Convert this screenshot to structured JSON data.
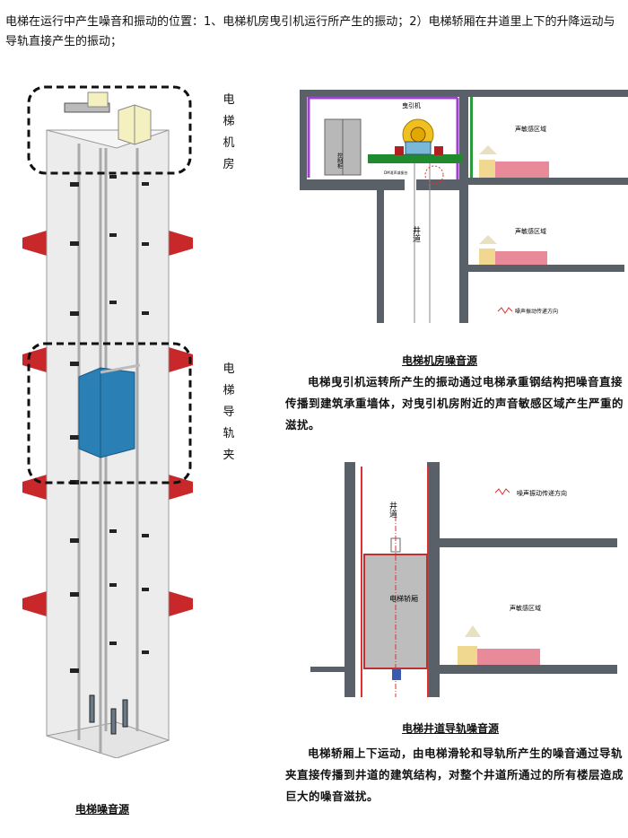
{
  "intro": "电梯在运行中产生噪音和振动的位置：1、电梯机房曳引机运行所产生的振动；2）电梯轿厢在井道里上下的升降运动与导轨直接产生的振动；",
  "left_figure": {
    "label_machine_room": "电梯机房",
    "label_guide_rail": "电梯导轨夹",
    "caption": "电梯噪音源"
  },
  "machine_room_figure": {
    "traction_machine": "曳引机",
    "control_cabinet": "控制柜",
    "damper_label": "DM消声减振台",
    "shaft": "井道",
    "sensitive_area_1": "声敏感区域",
    "sensitive_area_2": "声敏感区域",
    "legend": "噪声振动传递方向",
    "caption": "电梯机房噪音源",
    "description": "电梯曳引机运转所产生的振动通过电梯承重钢结构把噪音直接传播到建筑承重墙体，对曳引机房附近的声音敏感区域产生严重的滋扰。"
  },
  "shaft_figure": {
    "shaft": "井道",
    "car": "电梯轿厢",
    "sensitive_area": "声敏感区域",
    "legend": "噪声振动传递方向",
    "caption": "电梯井道导轨噪音源",
    "description": "电梯轿厢上下运动，由电梯滑轮和导轨所产生的噪音通过导轨夹直接传播到井道的建筑结构，对整个井道所通过的所有楼层造成巨大的噪音滋扰。"
  },
  "colors": {
    "wall": "#5a6068",
    "car_blue": "#2a7fb5",
    "floor_red": "#c8282a",
    "purple_lining": "#a040d0",
    "beam_green": "#1f8a2e",
    "bed_pink": "#e88a9a",
    "vibration_red": "#e03030"
  }
}
